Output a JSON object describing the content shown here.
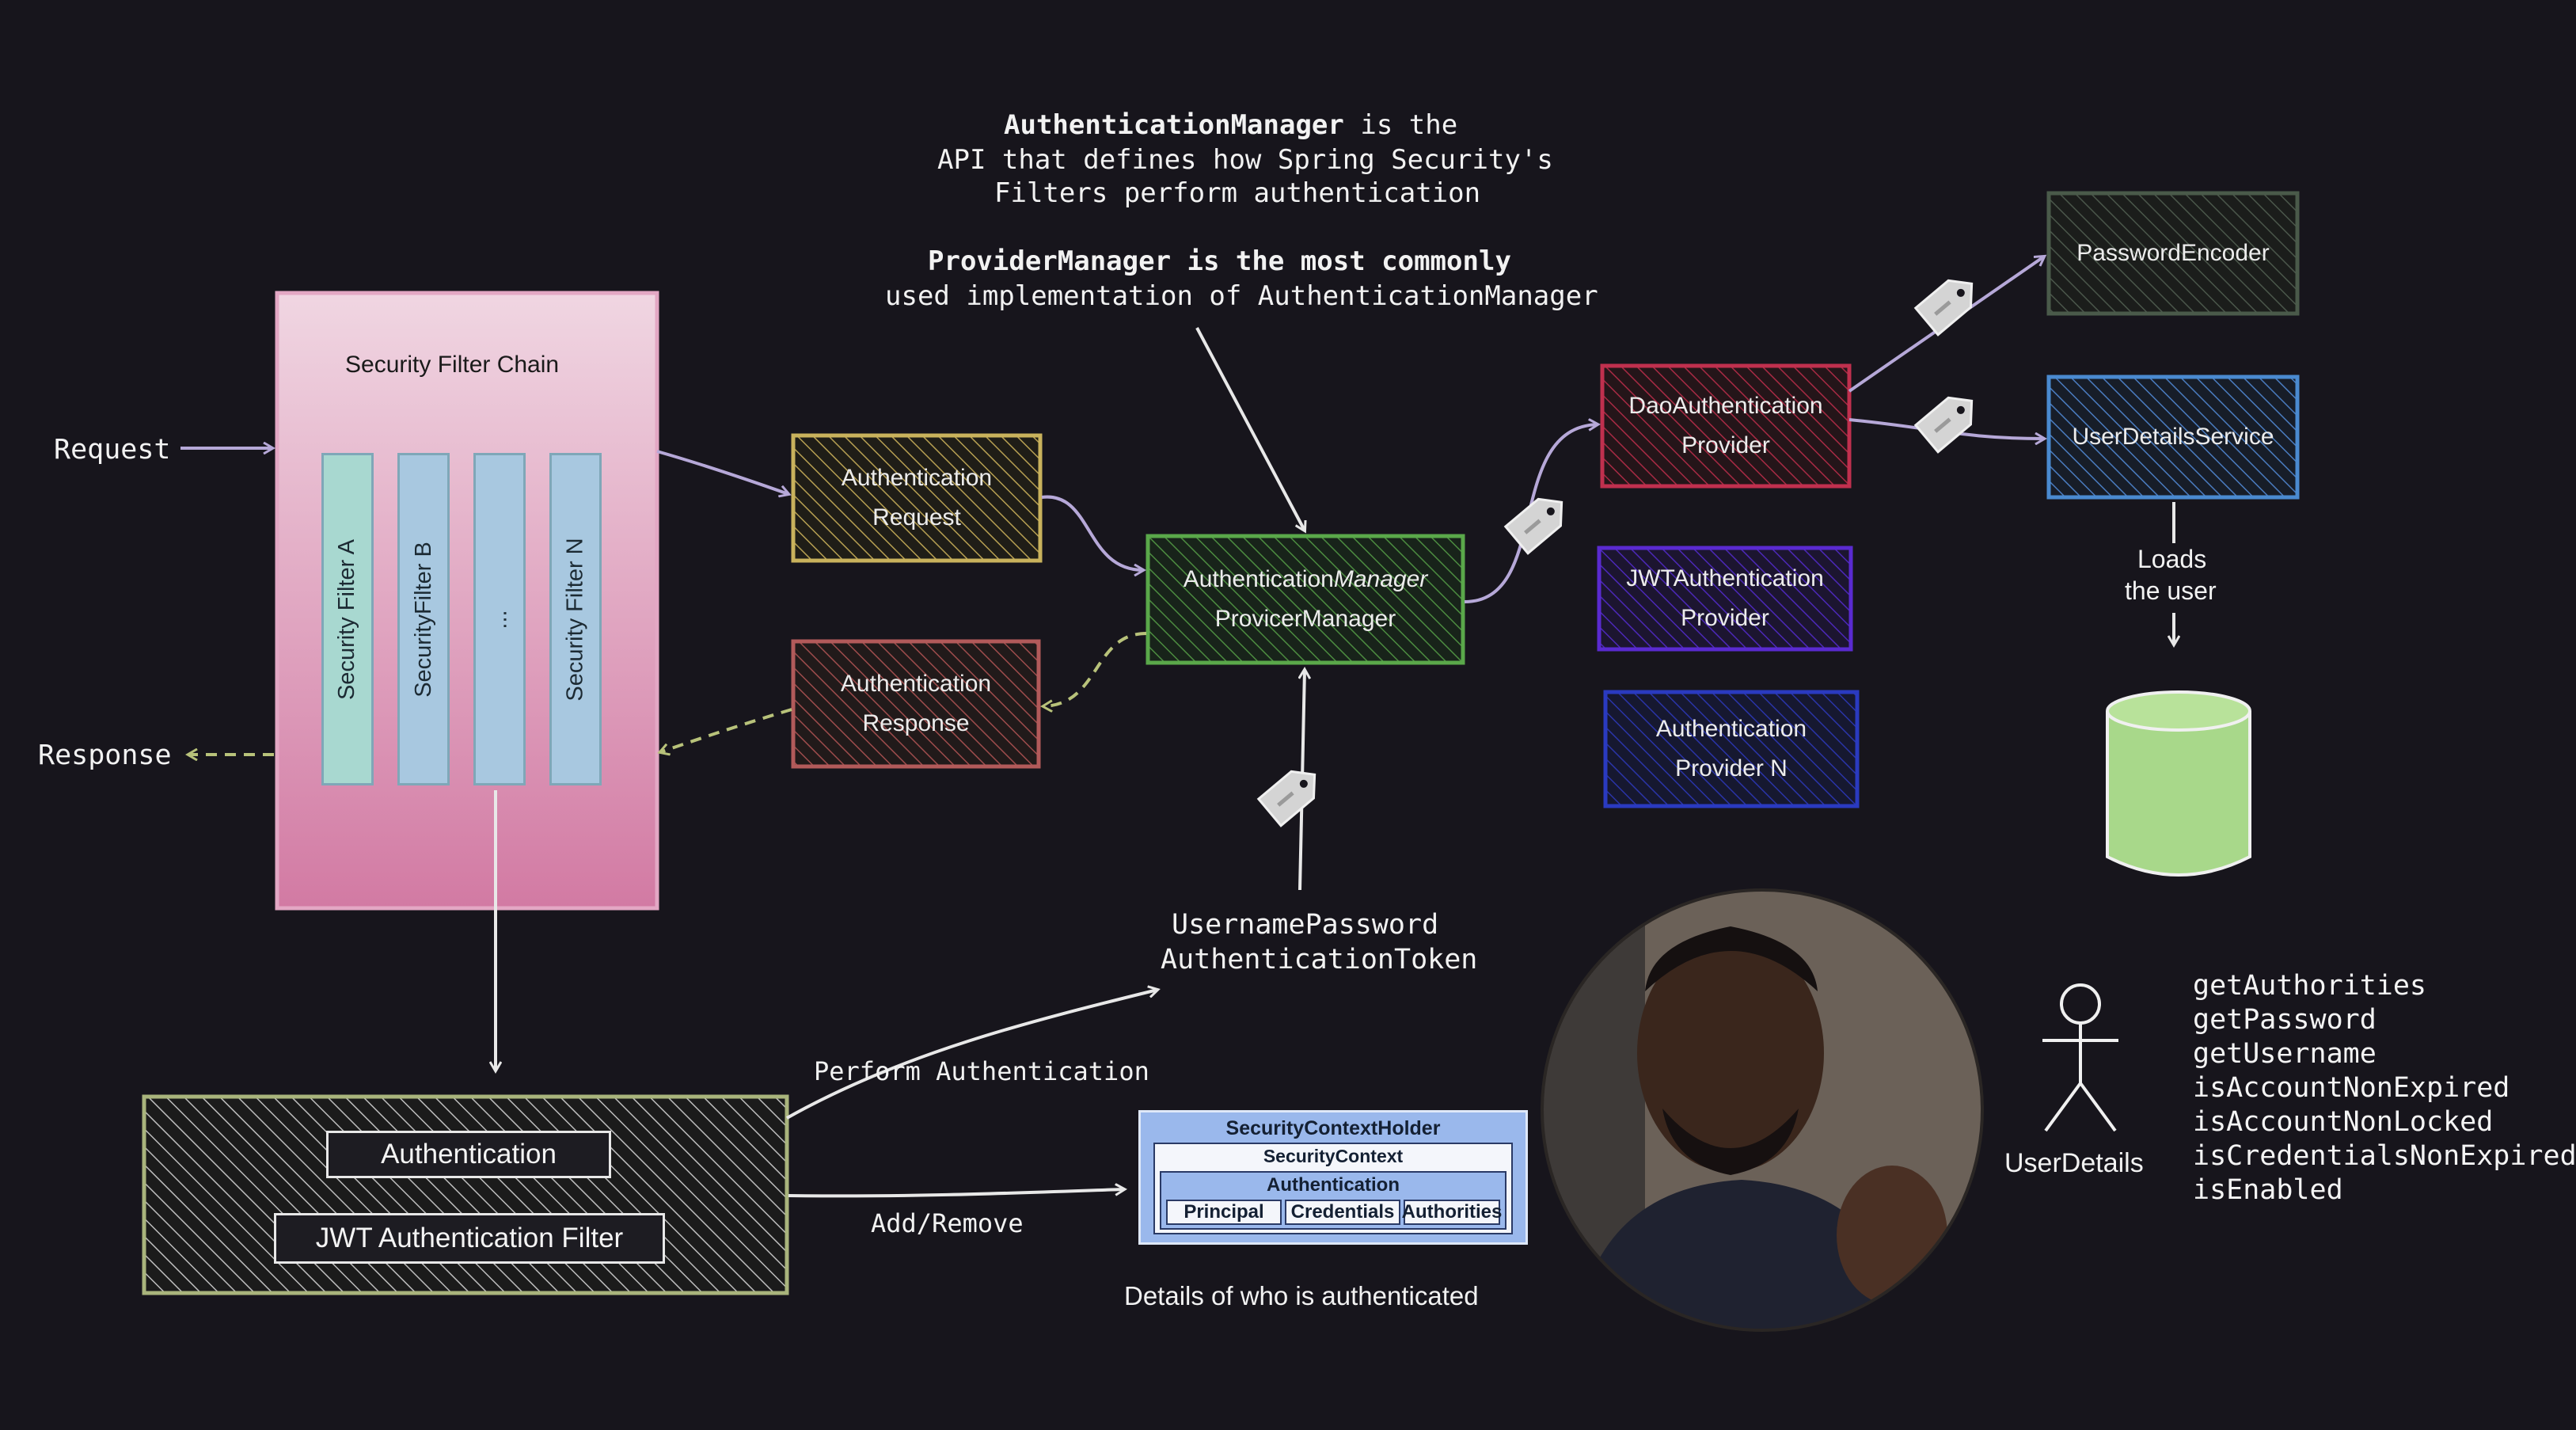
{
  "intro": {
    "line1_bold": "AuthenticationManager",
    "line1_rest": " is the",
    "line2": "API that defines how Spring Security's",
    "line3": "Filters perform authentication",
    "line4_bold": "ProviderManager is the most commonly",
    "line5": "used implementation of AuthenticationManager"
  },
  "labels": {
    "request": "Request",
    "response": "Response",
    "token_line1": "UsernamePassword",
    "token_line2": "AuthenticationToken",
    "perform_auth": "Perform Authentication",
    "add_remove": "Add/Remove",
    "details": "Details of who is authenticated",
    "loads_line1": "Loads",
    "loads_line2": "the user",
    "user_details": "UserDetails"
  },
  "filter_chain": {
    "title": "Security Filter Chain",
    "filters": [
      "Security Filter A",
      "SecurityFilter B",
      "...",
      "Security Filter N"
    ]
  },
  "boxes": {
    "auth_request": [
      "Authentication",
      "Request"
    ],
    "auth_response": [
      "Authentication",
      "Response"
    ],
    "auth_manager_italic": "Manager",
    "auth_manager_prefix": "Authentication",
    "provider_manager": "ProvicerManager",
    "dao_provider": [
      "DaoAuthentication",
      "Provider"
    ],
    "jwt_provider": [
      "JWTAuthentication",
      "Provider"
    ],
    "provider_n": [
      "Authentication",
      "Provider N"
    ],
    "password_encoder": "PasswordEncoder",
    "user_details_service": "UserDetailsService"
  },
  "jwt_filter_group": {
    "top": "Authentication",
    "bottom": "JWT Authentication Filter"
  },
  "security_context": {
    "holder": "SecurityContextHolder",
    "context": "SecurityContext",
    "authentication": "Authentication",
    "principal": "Principal",
    "credentials": "Credentials",
    "authorities": "Authorities"
  },
  "user_details_methods": [
    "getAuthorities",
    "getPassword",
    "getUsername",
    "isAccountNonExpired",
    "isAccountNonLocked",
    "isCredentialsNonExpired",
    "isEnabled"
  ],
  "colors": {
    "background": "#17151c",
    "filter_chain": "#d88fb0",
    "auth_request": "#c9b25c",
    "auth_response": "#b25a5a",
    "auth_manager": "#5aa84a",
    "dao": "#c0304e",
    "jwt": "#5a2ad0",
    "provider_n": "#2a3ac0",
    "password_encoder": "#4a5a4a",
    "user_details_service": "#4a8ad0",
    "database": "#a8d88a",
    "filter_a": "#a8d8d0",
    "filter_other": "#a8c8e0"
  },
  "icons": [
    "key-tag-icon",
    "person-icon",
    "database-icon",
    "presenter-video"
  ]
}
